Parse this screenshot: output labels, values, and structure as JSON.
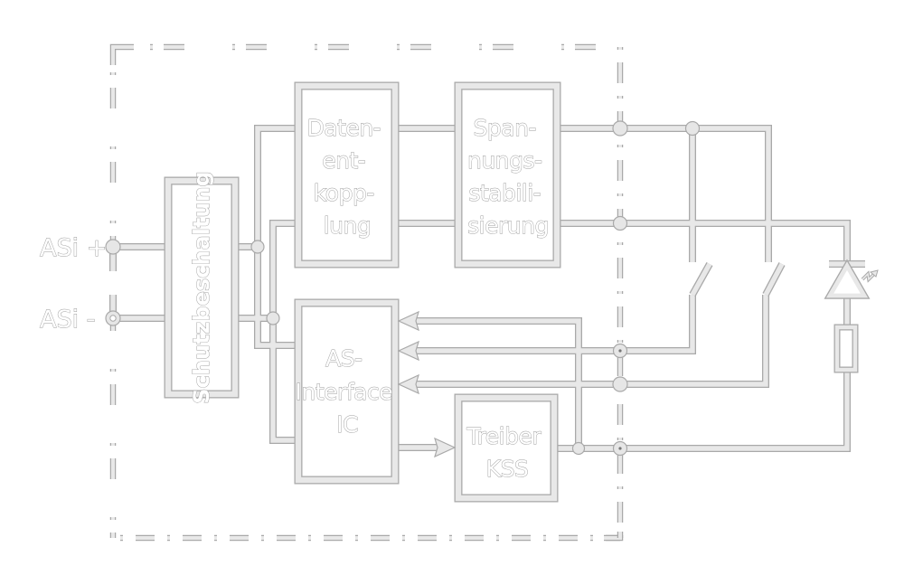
{
  "diagram": {
    "type": "block-diagram",
    "title": "AS-Interface slave block diagram",
    "colors": {
      "line_fill": "#e8e8e8",
      "line_outline": "#a9a9a9",
      "text_outline": "#9a9a9a",
      "background": "#ffffff"
    },
    "terminals": {
      "asi_plus": "ASi +",
      "asi_minus": "ASi -"
    },
    "blocks": {
      "schutzbeschaltung": {
        "lines": [
          "Schutzbeschaltung"
        ]
      },
      "datenentkopplung": {
        "lines": [
          "Daten-",
          "ent-",
          "kopp-",
          "lung"
        ]
      },
      "spannungsstabilisierung": {
        "lines": [
          "Span-",
          "nungs-",
          "stabili-",
          "sierung"
        ]
      },
      "asinterface_ic": {
        "lines": [
          "AS-",
          "Interface",
          "IC"
        ]
      },
      "treiber_kss": {
        "lines": [
          "Treiber",
          "KSS"
        ]
      }
    },
    "components": {
      "switch_1": "switch",
      "switch_2": "switch",
      "led": "led",
      "resistor": "resistor"
    },
    "icons": {
      "led": "led-icon",
      "switch": "switch-icon",
      "resistor": "resistor-icon",
      "arrow": "arrow-icon",
      "junction": "junction-dot-icon"
    },
    "boundary": "dash-dot housing boundary"
  }
}
